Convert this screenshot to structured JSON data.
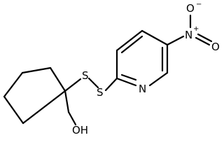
{
  "molecule": {
    "atoms": {
      "S1": {
        "label": "S"
      },
      "S2": {
        "label": "S"
      },
      "N_ring": {
        "label": "N"
      },
      "N_nitro": {
        "label": "N",
        "charge": "+"
      },
      "O_top": {
        "label": "O",
        "charge": "−"
      },
      "O_right": {
        "label": "O"
      },
      "OH": {
        "label": "OH"
      }
    }
  }
}
